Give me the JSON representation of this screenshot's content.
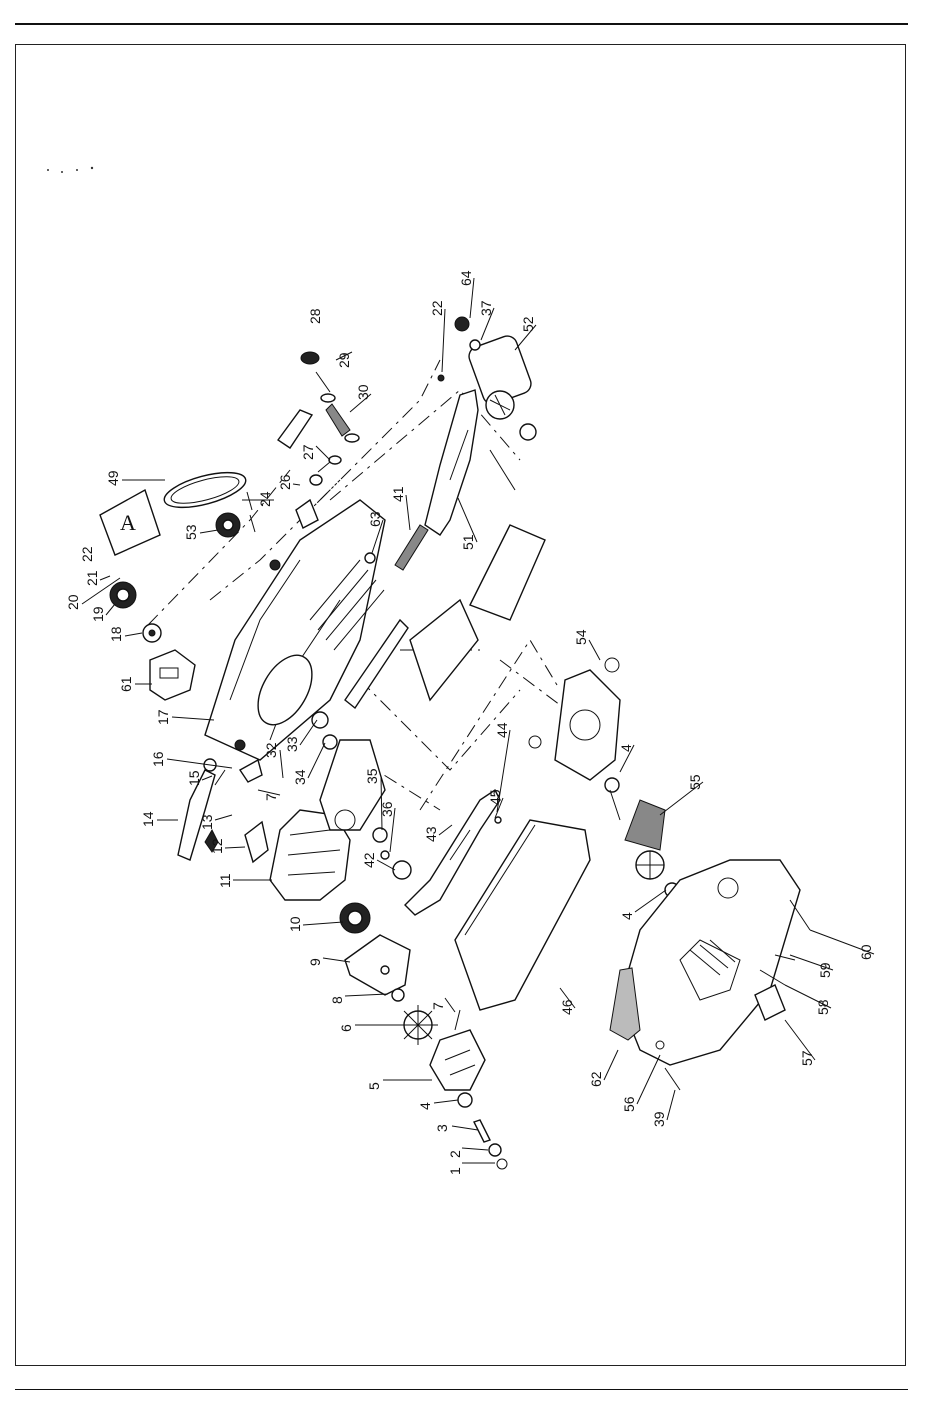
{
  "page": {
    "stamp_label": "A"
  },
  "callouts": [
    {
      "id": "c1",
      "text": "1"
    },
    {
      "id": "c2",
      "text": "2"
    },
    {
      "id": "c3",
      "text": "3"
    },
    {
      "id": "c4a",
      "text": "4"
    },
    {
      "id": "c5",
      "text": "5"
    },
    {
      "id": "c6",
      "text": "6"
    },
    {
      "id": "c7a",
      "text": "7"
    },
    {
      "id": "c8",
      "text": "8"
    },
    {
      "id": "c9",
      "text": "9"
    },
    {
      "id": "c10",
      "text": "10"
    },
    {
      "id": "c11",
      "text": "11"
    },
    {
      "id": "c12",
      "text": "12"
    },
    {
      "id": "c13",
      "text": "13"
    },
    {
      "id": "c14",
      "text": "14"
    },
    {
      "id": "c15",
      "text": "15"
    },
    {
      "id": "c16",
      "text": "16"
    },
    {
      "id": "c7b",
      "text": "7"
    },
    {
      "id": "c32",
      "text": "32"
    },
    {
      "id": "c17",
      "text": "17"
    },
    {
      "id": "c61",
      "text": "61"
    },
    {
      "id": "c18",
      "text": "18"
    },
    {
      "id": "c19",
      "text": "19"
    },
    {
      "id": "c20",
      "text": "20"
    },
    {
      "id": "c21",
      "text": "21"
    },
    {
      "id": "c22a",
      "text": "22"
    },
    {
      "id": "c49",
      "text": "49"
    },
    {
      "id": "c53",
      "text": "53"
    },
    {
      "id": "c24",
      "text": "24"
    },
    {
      "id": "c26",
      "text": "26"
    },
    {
      "id": "c27",
      "text": "27"
    },
    {
      "id": "c28",
      "text": "28"
    },
    {
      "id": "c29",
      "text": "29"
    },
    {
      "id": "c30",
      "text": "30"
    },
    {
      "id": "c63",
      "text": "63"
    },
    {
      "id": "c41",
      "text": "41"
    },
    {
      "id": "c51",
      "text": "51"
    },
    {
      "id": "c22b",
      "text": "22"
    },
    {
      "id": "c64",
      "text": "64"
    },
    {
      "id": "c37",
      "text": "37"
    },
    {
      "id": "c52",
      "text": "52"
    },
    {
      "id": "c33",
      "text": "33"
    },
    {
      "id": "c34",
      "text": "34"
    },
    {
      "id": "c35",
      "text": "35"
    },
    {
      "id": "c36",
      "text": "36"
    },
    {
      "id": "c42",
      "text": "42"
    },
    {
      "id": "c43",
      "text": "43"
    },
    {
      "id": "c44",
      "text": "44"
    },
    {
      "id": "c45",
      "text": "45"
    },
    {
      "id": "c46",
      "text": "46"
    },
    {
      "id": "c54",
      "text": "54"
    },
    {
      "id": "c4b",
      "text": "4"
    },
    {
      "id": "c55",
      "text": "55"
    },
    {
      "id": "c4c",
      "text": "4"
    },
    {
      "id": "c60",
      "text": "60"
    },
    {
      "id": "c59",
      "text": "59"
    },
    {
      "id": "c58",
      "text": "58"
    },
    {
      "id": "c57",
      "text": "57"
    },
    {
      "id": "c62",
      "text": "62"
    },
    {
      "id": "c56",
      "text": "56"
    },
    {
      "id": "c39",
      "text": "39"
    }
  ]
}
